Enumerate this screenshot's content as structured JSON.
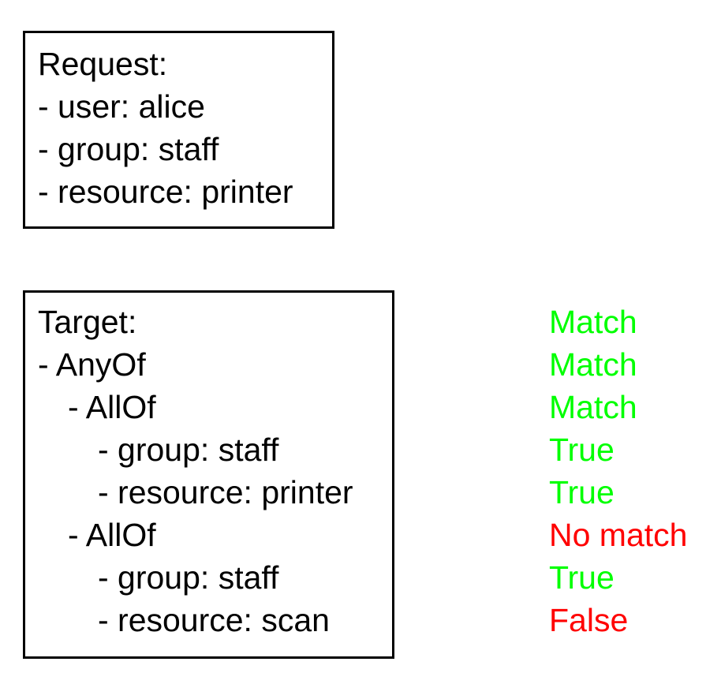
{
  "colors": {
    "match_green": "#00ff00",
    "fail_red": "#ff0000",
    "text": "#000000",
    "box_border": "#000000",
    "background": "#ffffff"
  },
  "request_box": {
    "title": "Request:",
    "items": [
      "- user: alice",
      "- group: staff",
      "- resource: printer"
    ]
  },
  "target_box": {
    "title": "Target:",
    "nodes": [
      {
        "text": "- AnyOf",
        "indent": 0
      },
      {
        "text": "- AllOf",
        "indent": 1
      },
      {
        "text": "- group: staff",
        "indent": 2
      },
      {
        "text": "- resource: printer",
        "indent": 2
      },
      {
        "text": "- AllOf",
        "indent": 1
      },
      {
        "text": "- group: staff",
        "indent": 2
      },
      {
        "text": "- resource: scan",
        "indent": 2
      }
    ]
  },
  "evaluation": {
    "results": [
      {
        "label": "Match",
        "status": "green"
      },
      {
        "label": "Match",
        "status": "green"
      },
      {
        "label": "Match",
        "status": "green"
      },
      {
        "label": "True",
        "status": "green"
      },
      {
        "label": "True",
        "status": "green"
      },
      {
        "label": "No match",
        "status": "red"
      },
      {
        "label": "True",
        "status": "green"
      },
      {
        "label": "False",
        "status": "red"
      }
    ]
  }
}
